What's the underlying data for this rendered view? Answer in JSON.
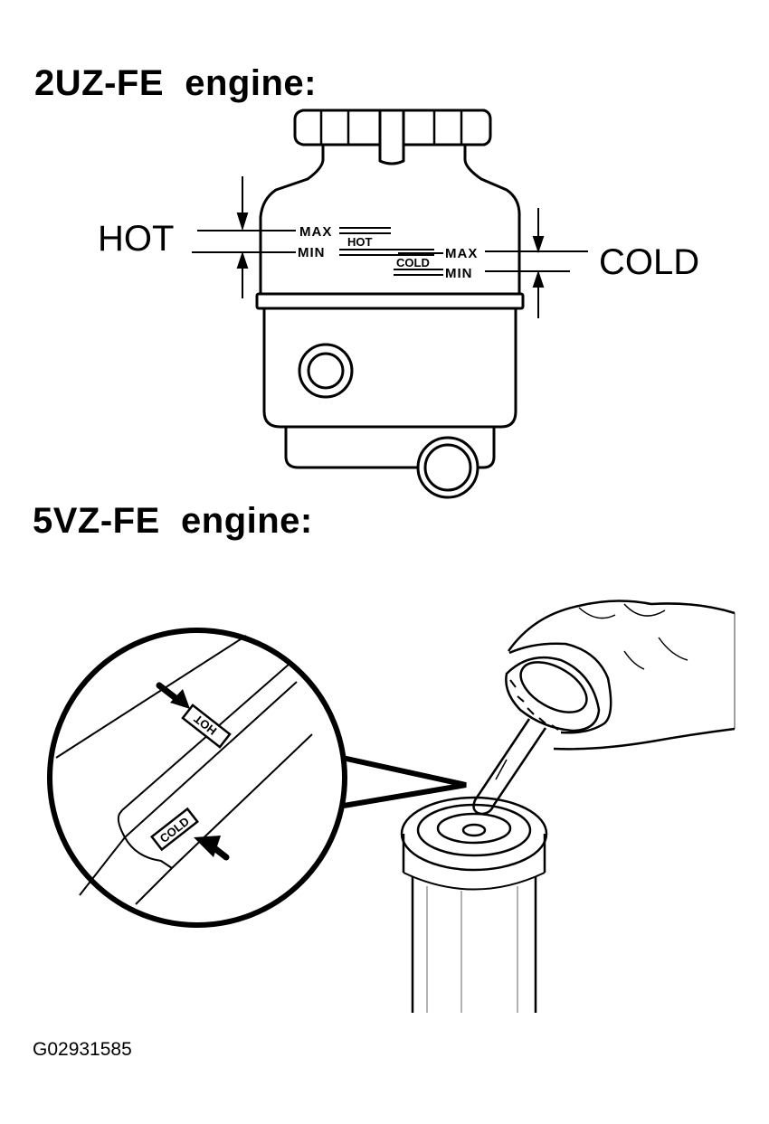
{
  "headings": {
    "engine_a": "2UZ-FE  engine:",
    "engine_b": "5VZ-FE  engine:"
  },
  "reservoir_a": {
    "side_hot": "HOT",
    "side_cold": "COLD",
    "hot_max": "MAX",
    "hot_min": "MIN",
    "hot_tag": "HOT",
    "cold_tag": "COLD",
    "cold_max": "MAX",
    "cold_min": "MIN"
  },
  "dipstick_b": {
    "hot_mark": "HOT",
    "cold_mark": "COLD"
  },
  "figure_id": "G02931585"
}
